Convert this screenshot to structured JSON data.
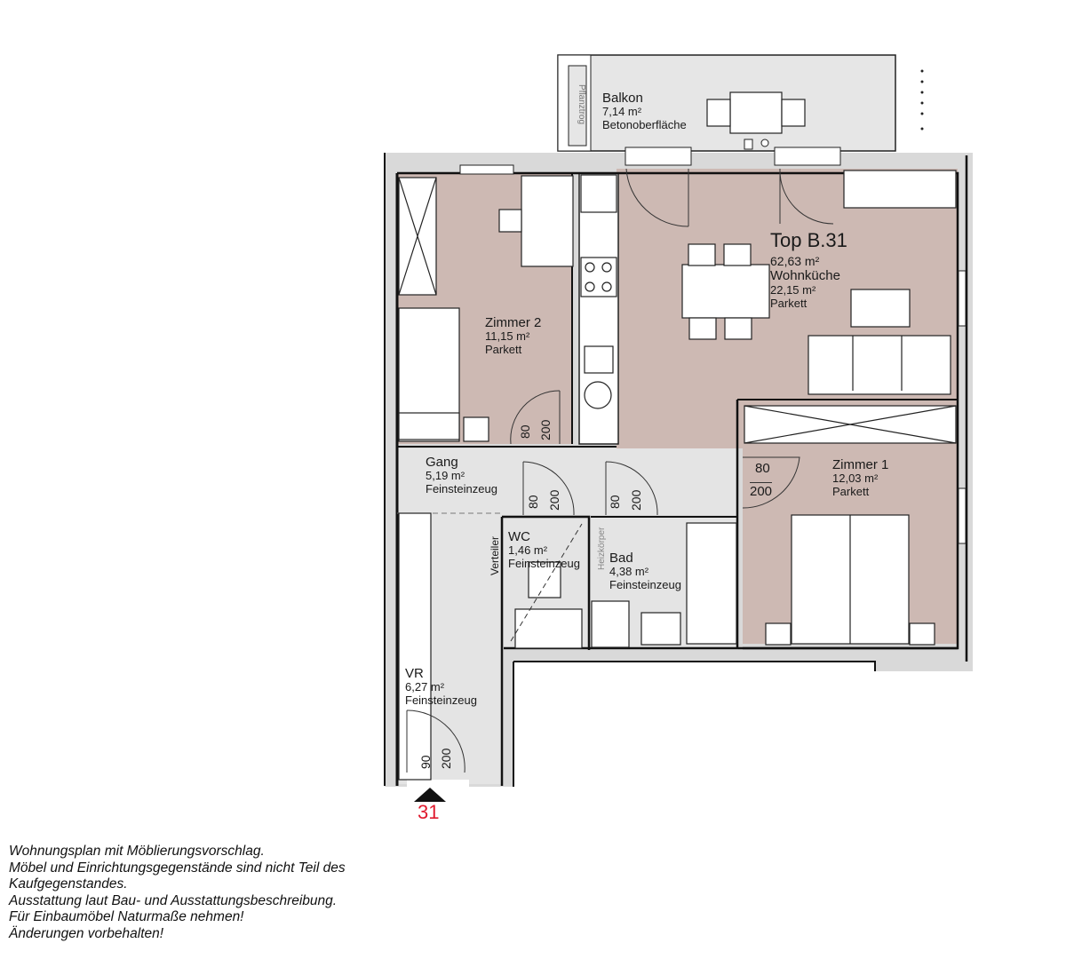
{
  "plan": {
    "unit": {
      "title": "Top B.31",
      "total_area": "62,63 m²"
    },
    "rooms": [
      {
        "name": "Balkon",
        "area": "7,14 m²",
        "floor": "Betonoberfläche"
      },
      {
        "name": "Wohnküche",
        "area": "22,15 m²",
        "floor": "Parkett"
      },
      {
        "name": "Zimmer 2",
        "area": "11,15 m²",
        "floor": "Parkett"
      },
      {
        "name": "Zimmer 1",
        "area": "12,03 m²",
        "floor": "Parkett"
      },
      {
        "name": "Gang",
        "area": "5,19 m²",
        "floor": "Feinsteinzeug"
      },
      {
        "name": "WC",
        "area": "1,46 m²",
        "floor": "Feinsteinzeug"
      },
      {
        "name": "Bad",
        "area": "4,38 m²",
        "floor": "Feinsteinzeug"
      },
      {
        "name": "VR",
        "area": "6,27 m²",
        "floor": "Feinsteinzeug"
      }
    ],
    "annotations": {
      "planter": "Pflanztrog",
      "distributor": "Verteiler",
      "radiator": "Heizkörper"
    },
    "doors": [
      {
        "room": "Zimmer 2",
        "width": "80",
        "height": "200"
      },
      {
        "room": "WC",
        "width": "80",
        "height": "200"
      },
      {
        "room": "Bad",
        "width": "80",
        "height": "200"
      },
      {
        "room": "Zimmer 1",
        "width": "80",
        "height": "200"
      },
      {
        "room": "VR",
        "width": "90",
        "height": "200"
      }
    ],
    "entry_marker": "31",
    "colors": {
      "floor_wood": "#cdb9b3",
      "floor_tile": "#e4e4e4",
      "wall": "#d9d9d9",
      "entry": "#e01a2e"
    }
  },
  "notes": [
    "Wohnungsplan mit Möblierungsvorschlag.",
    "Möbel und Einrichtungsgegenstände sind nicht Teil des",
    "Kaufgegenstandes.",
    "Ausstattung laut Bau- und Ausstattungsbeschreibung.",
    "Für Einbaumöbel Naturmaße nehmen!",
    "Änderungen vorbehalten!"
  ]
}
